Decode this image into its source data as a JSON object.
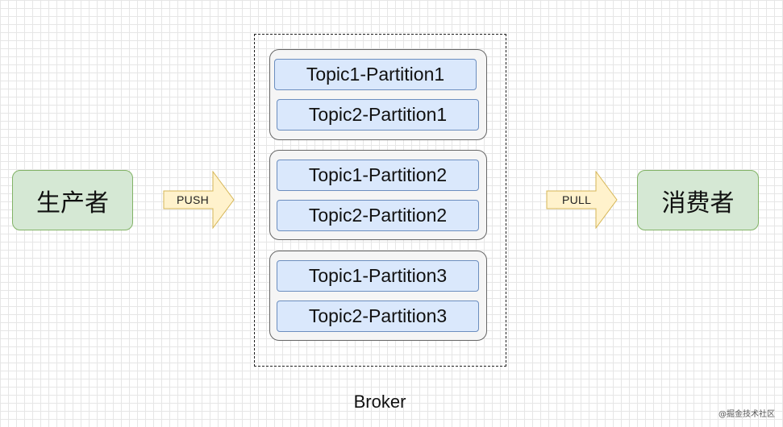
{
  "producer": {
    "label": "生产者"
  },
  "consumer": {
    "label": "消费者"
  },
  "push_arrow": {
    "label": "PUSH"
  },
  "pull_arrow": {
    "label": "PULL"
  },
  "broker": {
    "label": "Broker",
    "groups": [
      {
        "partitions": [
          "Topic1-Partition1",
          "Topic2-Partition1"
        ]
      },
      {
        "partitions": [
          "Topic1-Partition2",
          "Topic2-Partition2"
        ]
      },
      {
        "partitions": [
          "Topic1-Partition3",
          "Topic2-Partition3"
        ]
      }
    ]
  },
  "watermark": "@掘金技术社区",
  "colors": {
    "actor_fill": "#d5e8d4",
    "actor_stroke": "#82b366",
    "arrow_fill": "#fff2cc",
    "arrow_stroke": "#d6b656",
    "partition_fill": "#dae8fc",
    "partition_stroke": "#6c8ebf",
    "group_fill": "#f5f5f5",
    "group_stroke": "#666666"
  }
}
